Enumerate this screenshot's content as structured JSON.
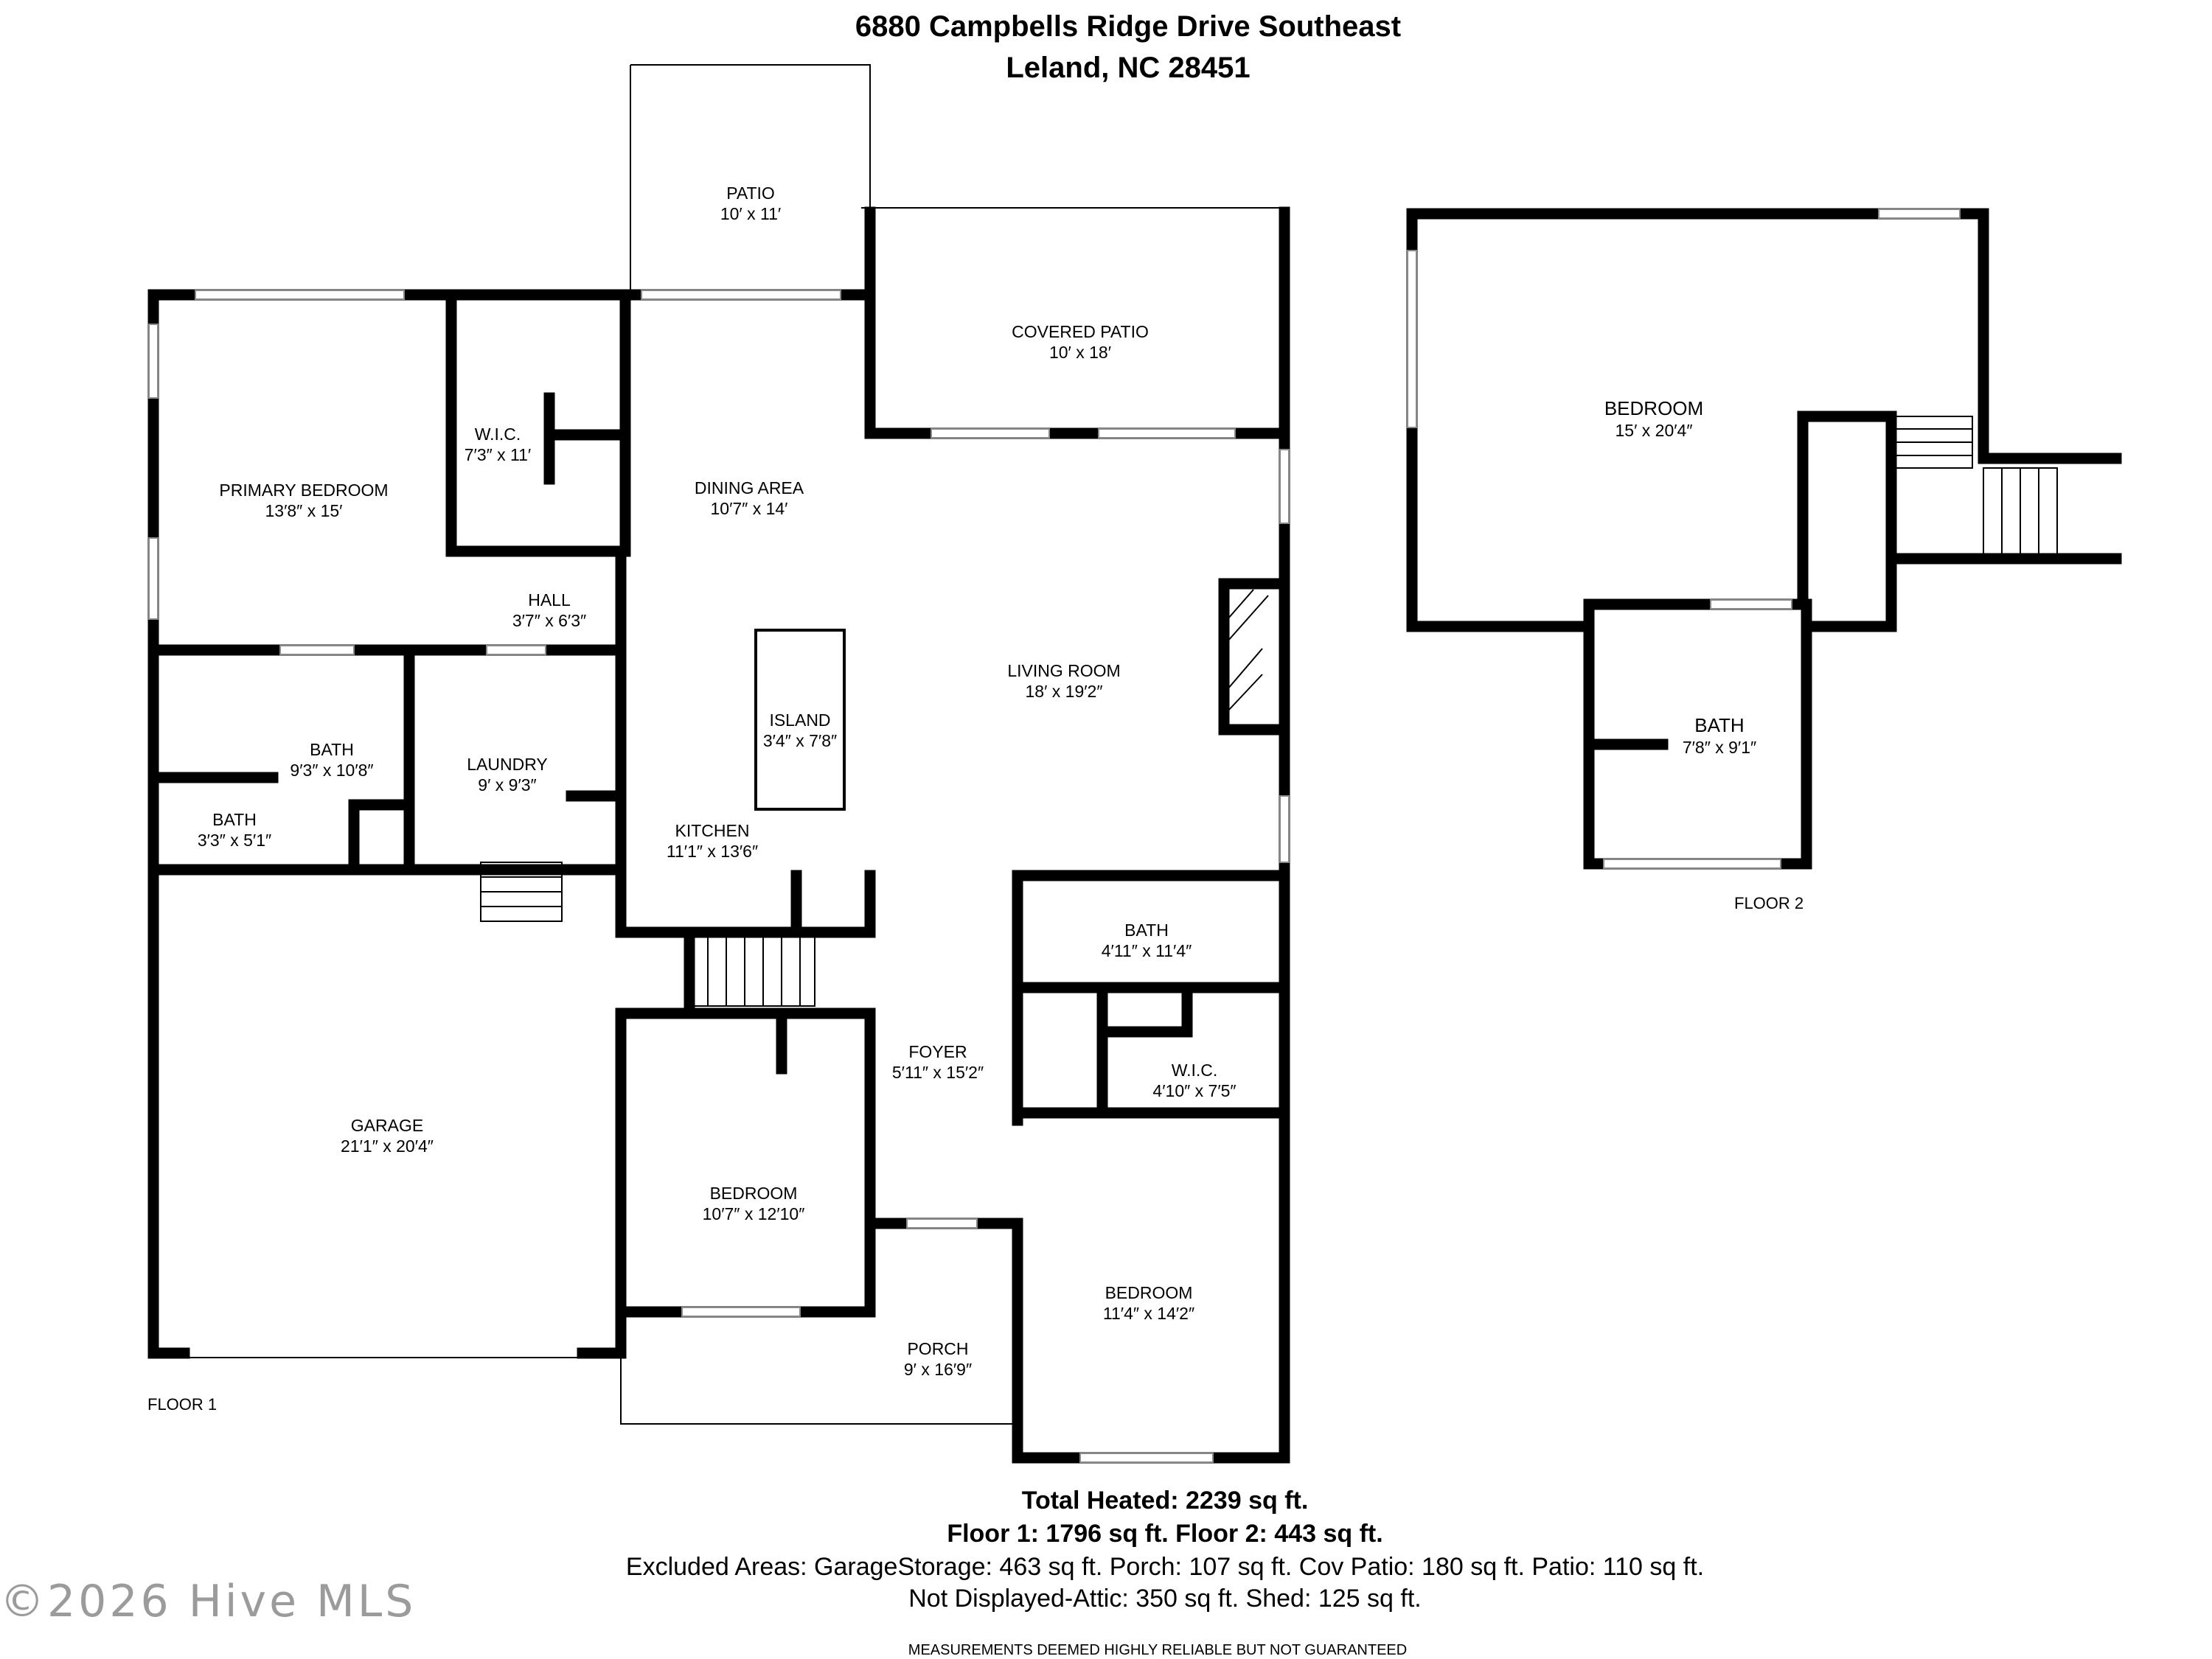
{
  "header": {
    "address_line1": "6880 Campbells Ridge Drive Southeast",
    "address_line2": "Leland, NC 28451"
  },
  "floor1": {
    "label": "FLOOR 1",
    "rooms": {
      "patio": {
        "name": "PATIO",
        "dims": "10′ x 11′"
      },
      "covered_patio": {
        "name": "COVERED PATIO",
        "dims": "10′ x 18′"
      },
      "primary_bedroom": {
        "name": "PRIMARY BEDROOM",
        "dims": "13′8″ x 15′"
      },
      "wic_primary": {
        "name": "W.I.C.",
        "dims": "7′3″ x 11′"
      },
      "dining_area": {
        "name": "DINING AREA",
        "dims": "10′7″ x 14′"
      },
      "hall": {
        "name": "HALL",
        "dims": "3′7″ x 6′3″"
      },
      "living_room": {
        "name": "LIVING ROOM",
        "dims": "18′ x 19′2″"
      },
      "island": {
        "name": "ISLAND",
        "dims": "3′4″ x 7′8″"
      },
      "bath_main": {
        "name": "BATH",
        "dims": "9′3″ x 10′8″"
      },
      "laundry": {
        "name": "LAUNDRY",
        "dims": "9′ x 9′3″"
      },
      "bath_small": {
        "name": "BATH",
        "dims": "3′3″ x 5′1″"
      },
      "kitchen": {
        "name": "KITCHEN",
        "dims": "11′1″ x 13′6″"
      },
      "bath_right": {
        "name": "BATH",
        "dims": "4′11″ x 11′4″"
      },
      "foyer": {
        "name": "FOYER",
        "dims": "5′11″ x 15′2″"
      },
      "wic_right": {
        "name": "W.I.C.",
        "dims": "4′10″ x 7′5″"
      },
      "garage": {
        "name": "GARAGE",
        "dims": "21′1″ x 20′4″"
      },
      "bedroom_left": {
        "name": "BEDROOM",
        "dims": "10′7″ x 12′10″"
      },
      "bedroom_right": {
        "name": "BEDROOM",
        "dims": "11′4″ x 14′2″"
      },
      "porch": {
        "name": "PORCH",
        "dims": "9′ x 16′9″"
      }
    }
  },
  "floor2": {
    "label": "FLOOR 2",
    "rooms": {
      "bedroom": {
        "name": "BEDROOM",
        "dims": "15′ x 20′4″"
      },
      "bath": {
        "name": "BATH",
        "dims": "7′8″ x 9′1″"
      }
    }
  },
  "summary": {
    "total_heated": "Total Heated: 2239 sq ft.",
    "floors": "Floor 1: 1796 sq ft. Floor 2: 443 sq ft.",
    "excluded": "Excluded Areas: GarageStorage: 463 sq ft. Porch: 107 sq ft. Cov Patio: 180 sq ft. Patio: 110 sq ft.",
    "not_displayed": "Not Displayed-Attic: 350 sq ft. Shed: 125 sq ft."
  },
  "watermark": "©2026 Hive MLS",
  "disclaimer": "MEASUREMENTS DEEMED HIGHLY RELIABLE BUT NOT GUARANTEED",
  "colors": {
    "wall": "#000000",
    "window": "#ffffff",
    "watermark": "#8a8a8a"
  }
}
